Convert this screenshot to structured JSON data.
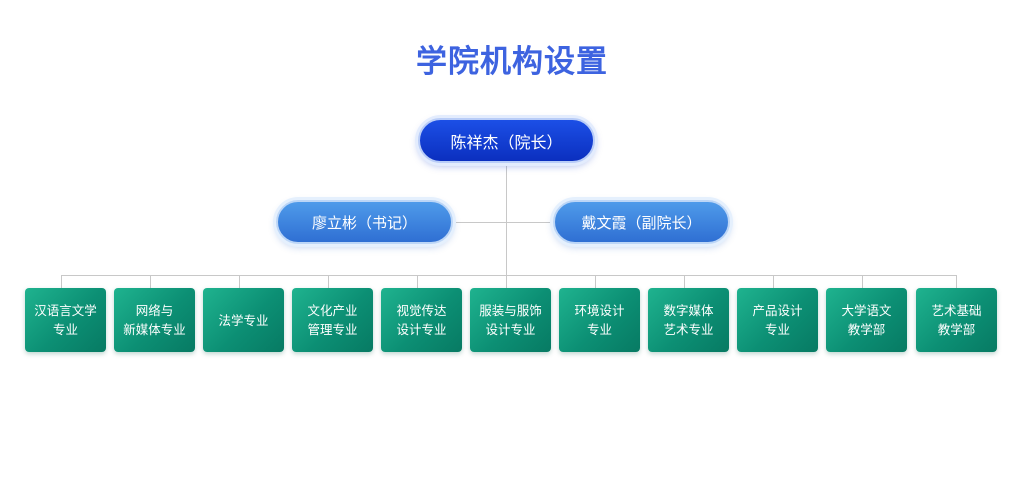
{
  "title": "学院机构设置",
  "colors": {
    "title": "#3d63e0",
    "top_node": "#1c4fe6",
    "mid_node": "#3f86e2",
    "department": "#0e9677",
    "connector": "#c8c8c8"
  },
  "root": {
    "label": "陈祥杰（院长）"
  },
  "level2": [
    {
      "label": "廖立彬（书记）"
    },
    {
      "label": "戴文霞（副院长）"
    }
  ],
  "departments": [
    {
      "line1": "汉语言文学",
      "line2": "专业"
    },
    {
      "line1": "网络与",
      "line2": "新媒体专业"
    },
    {
      "line1": "法学专业",
      "line2": ""
    },
    {
      "line1": "文化产业",
      "line2": "管理专业"
    },
    {
      "line1": "视觉传达",
      "line2": "设计专业"
    },
    {
      "line1": "服装与服饰",
      "line2": "设计专业"
    },
    {
      "line1": "环境设计",
      "line2": "专业"
    },
    {
      "line1": "数字媒体",
      "line2": "艺术专业"
    },
    {
      "line1": "产品设计",
      "line2": "专业"
    },
    {
      "line1": "大学语文",
      "line2": "教学部"
    },
    {
      "line1": "艺术基础",
      "line2": "教学部"
    }
  ]
}
